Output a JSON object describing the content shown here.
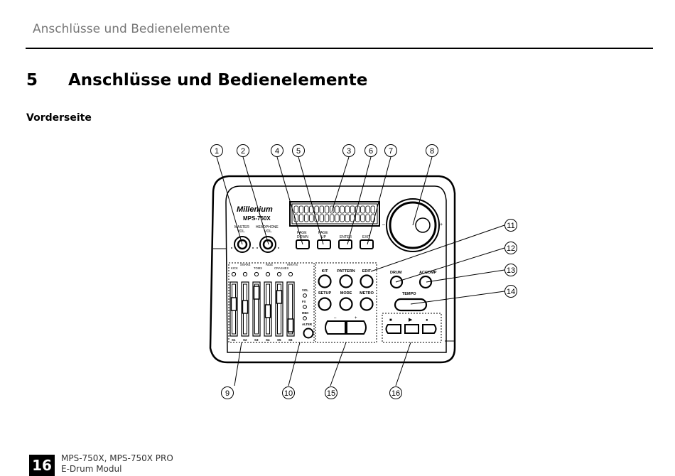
{
  "header": {
    "running_title": "Anschlüsse und Bedienelemente"
  },
  "chapter": {
    "number": "5",
    "title": "Anschlüsse und Bedienelemente"
  },
  "section": {
    "title": "Vorderseite"
  },
  "device": {
    "brand": "Millenium",
    "model": "MPS-750X",
    "knob_master": [
      "MASTER",
      "VOL."
    ],
    "knob_headphone": [
      "HEADPHONE",
      "VOL."
    ],
    "buttons_top": [
      [
        "PAGE",
        "DOWN"
      ],
      [
        "PAGE",
        "UP"
      ],
      [
        "ENTER"
      ],
      [
        "EXIT"
      ]
    ],
    "dial_minus": "–",
    "dial_plus": "+",
    "fader_channels": [
      "S1",
      "S2",
      "S3",
      "S4",
      "S5",
      "S6"
    ],
    "fader_upper_labels": [
      "KICK",
      "TOMS",
      "CRASHES"
    ],
    "fader_lower_labels": [
      "SNARE",
      "RIDE",
      "HIHATS"
    ],
    "side_labels": [
      "VOL",
      "FX",
      "MIDI",
      "ALTER"
    ],
    "mode_row1": [
      "KIT",
      "PATTERN",
      "EDIT"
    ],
    "mode_row2": [
      "SETUP",
      "MODE",
      "METRO"
    ],
    "right_buttons": [
      "DRUM",
      "ACCOMP",
      "TEMPO"
    ],
    "value_labels": [
      "–",
      "+"
    ],
    "transport_labels": [
      "■",
      "▶",
      "●"
    ]
  },
  "callouts": [
    "1",
    "2",
    "3",
    "4",
    "5",
    "6",
    "7",
    "8",
    "9",
    "10",
    "11",
    "12",
    "13",
    "14",
    "15",
    "16"
  ],
  "footer": {
    "page_number": "16",
    "line1": "MPS-750X, MPS-750X PRO",
    "line2": "E-Drum Modul"
  }
}
